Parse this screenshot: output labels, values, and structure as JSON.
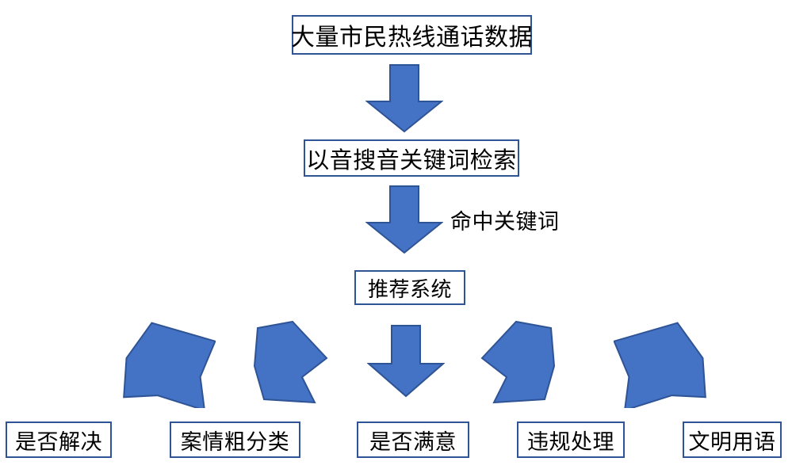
{
  "diagram": {
    "title": "",
    "colors": {
      "box_border": "#2F5496",
      "box_fill": "#FFFFFF",
      "arrow_fill": "#4472C4",
      "arrow_stroke": "#2F5496",
      "text": "#000000",
      "background": "#FFFFFF"
    },
    "nodes": {
      "source": "大量市民热线通话数据",
      "retrieval": "以音搜音关键词检索",
      "recommender": "推荐系统"
    },
    "edge_labels": {
      "hit_keyword": "命中关键词"
    },
    "outputs": [
      {
        "label": "是否解决"
      },
      {
        "label": "案情粗分类"
      },
      {
        "label": "是否满意"
      },
      {
        "label": "违规处理"
      },
      {
        "label": "文明用语"
      }
    ],
    "arrows": [
      {
        "name": "arrow-source-to-retrieval",
        "direction": "down"
      },
      {
        "name": "arrow-retrieval-to-recommender",
        "direction": "down"
      },
      {
        "name": "arrow-recommender-to-output-1",
        "direction": "down-left-wide"
      },
      {
        "name": "arrow-recommender-to-output-2",
        "direction": "down-left-narrow"
      },
      {
        "name": "arrow-recommender-to-output-3",
        "direction": "down"
      },
      {
        "name": "arrow-recommender-to-output-4",
        "direction": "down-right-narrow"
      },
      {
        "name": "arrow-recommender-to-output-5",
        "direction": "down-right-wide"
      }
    ]
  }
}
